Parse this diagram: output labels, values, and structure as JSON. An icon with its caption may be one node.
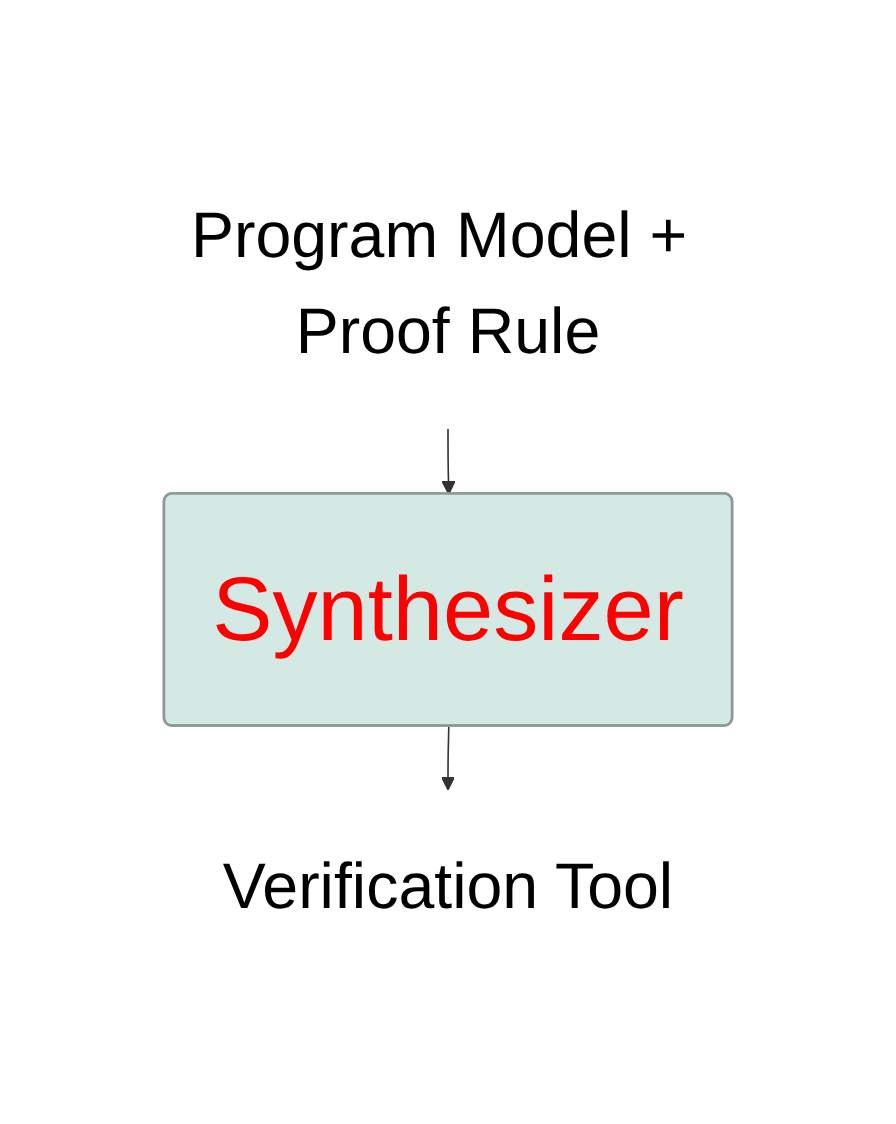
{
  "diagram": {
    "nodes": [
      {
        "text": [
          "Program Model + Proof Rule"
        ]
      },
      {
        "text": [
          "Synthesizer"
        ]
      },
      {
        "text": [
          "Verification Tool"
        ]
      }
    ],
    "edges": [
      {
        "from": 0,
        "to": 1,
        "arrow": "to"
      },
      {
        "from": 1,
        "to": 2,
        "arrow": "to"
      }
    ]
  }
}
